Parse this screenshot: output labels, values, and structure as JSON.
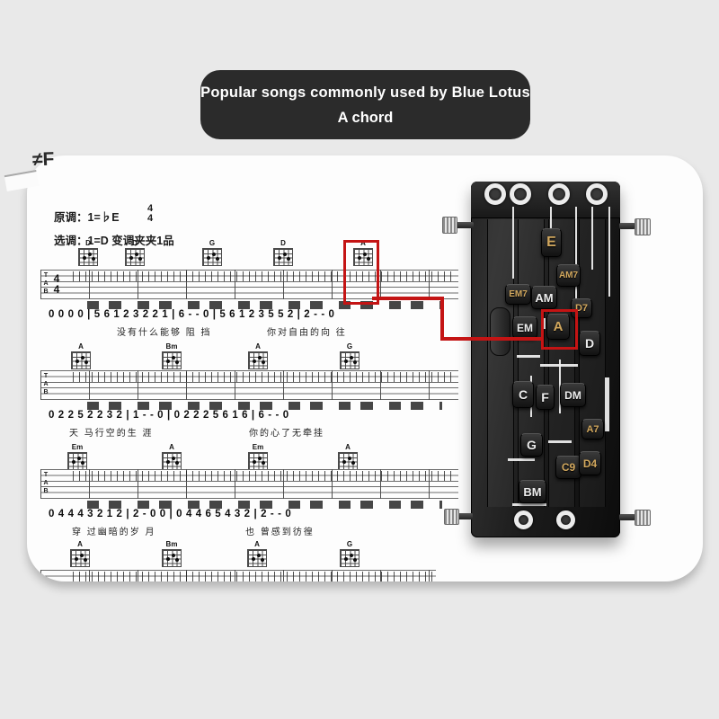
{
  "banner": {
    "line1": "Popular songs commonly used by Blue Lotus",
    "line2": "A chord"
  },
  "sheet": {
    "corner_artifact": "≠F",
    "header": {
      "original_key": "原调：1=♭E",
      "time_top": "4",
      "time_bottom": "4",
      "selected_key": "选调：1=D  变调夹夹1品"
    },
    "tab": {
      "t": "T",
      "a": "A",
      "b": "B",
      "sig_top": "4",
      "sig_bottom": "4"
    },
    "systems": [
      {
        "chords": [
          "D",
          "D",
          "G",
          "D",
          "A"
        ],
        "numbers": "0 0 0 0 | 5 6 1 2 3 2 2 1 | 6 - - 0 | 5 6 1 2 3 5 5 2 | 2 - - 0",
        "lyrics": [
          "没有什么能够 阻 挡",
          "你对自由的向 往"
        ]
      },
      {
        "chords": [
          "A",
          "Bm",
          "A",
          "G"
        ],
        "numbers": "0 2 2 5 2 2 3 2 | 1 - - 0 | 0 2 2 2 5 6 1 6 | 6 - - 0",
        "lyrics": [
          "天 马行空的生 涯",
          "你的心了无牵挂"
        ]
      },
      {
        "chords": [
          "Em",
          "A",
          "Em",
          "A"
        ],
        "numbers": "0 4 4 4 3 2 1 2 | 2 - 0 0 | 0 4 4 6 5 4 3 2 | 2 - - 0",
        "lyrics": [
          "穿 过幽暗的岁 月",
          "也 曾感到彷徨"
        ]
      },
      {
        "chords": [
          "A",
          "Bm",
          "A",
          "G"
        ]
      }
    ],
    "highlighted_chord": "A"
  },
  "device": {
    "buttons": [
      "E",
      "AM7",
      "EM7",
      "AM",
      "D7",
      "EM",
      "A",
      "D",
      "C",
      "F",
      "DM",
      "A7",
      "G",
      "C9",
      "D4",
      "BM"
    ]
  },
  "colors": {
    "accent_red": "#c41414",
    "gold_label": "#d2a85e",
    "banner_bg": "#2b2b2b",
    "background": "#e9e9e9",
    "card": "#fdfdfd"
  }
}
